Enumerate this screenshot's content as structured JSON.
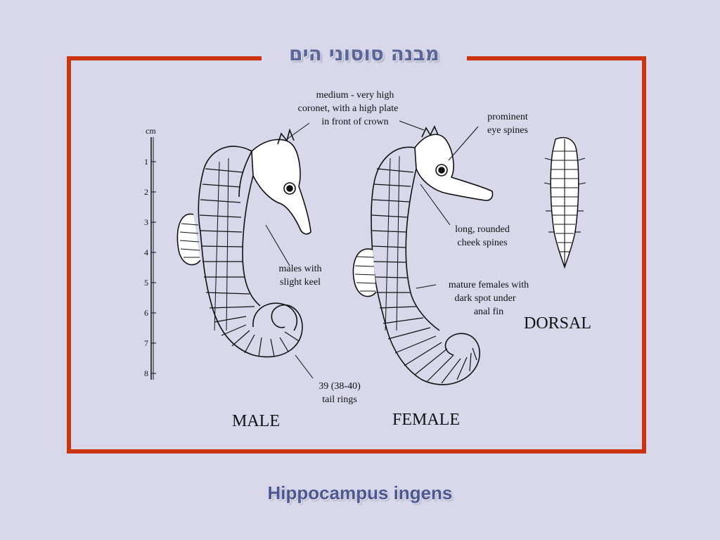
{
  "slide": {
    "title_hebrew": "מבנה סוסוני הים",
    "subtitle": "Hippocampus ingens"
  },
  "illustration": {
    "scale_unit": "cm",
    "scale_ticks": [
      "1",
      "2",
      "3",
      "4",
      "5",
      "6",
      "7",
      "8"
    ],
    "labels": {
      "coronet_line1": "medium - very high",
      "coronet_line2": "coronet, with a high plate",
      "coronet_line3": "in front of crown",
      "eye_line1": "prominent",
      "eye_line2": "eye spines",
      "cheek_line1": "long, rounded",
      "cheek_line2": "cheek spines",
      "keel_line1": "males with",
      "keel_line2": "slight keel",
      "females_line1": "mature females with",
      "females_line2": "dark spot under",
      "females_line3": "anal fin",
      "tail_line1": "39 (38-40)",
      "tail_line2": "tail rings"
    },
    "captions": {
      "male": "MALE",
      "female": "FEMALE",
      "dorsal": "DORSAL"
    }
  },
  "colors": {
    "frame": "#cc3311",
    "background": "#d9d7ea",
    "title_text": "#5b6799",
    "subtitle_text": "#4d5791"
  }
}
